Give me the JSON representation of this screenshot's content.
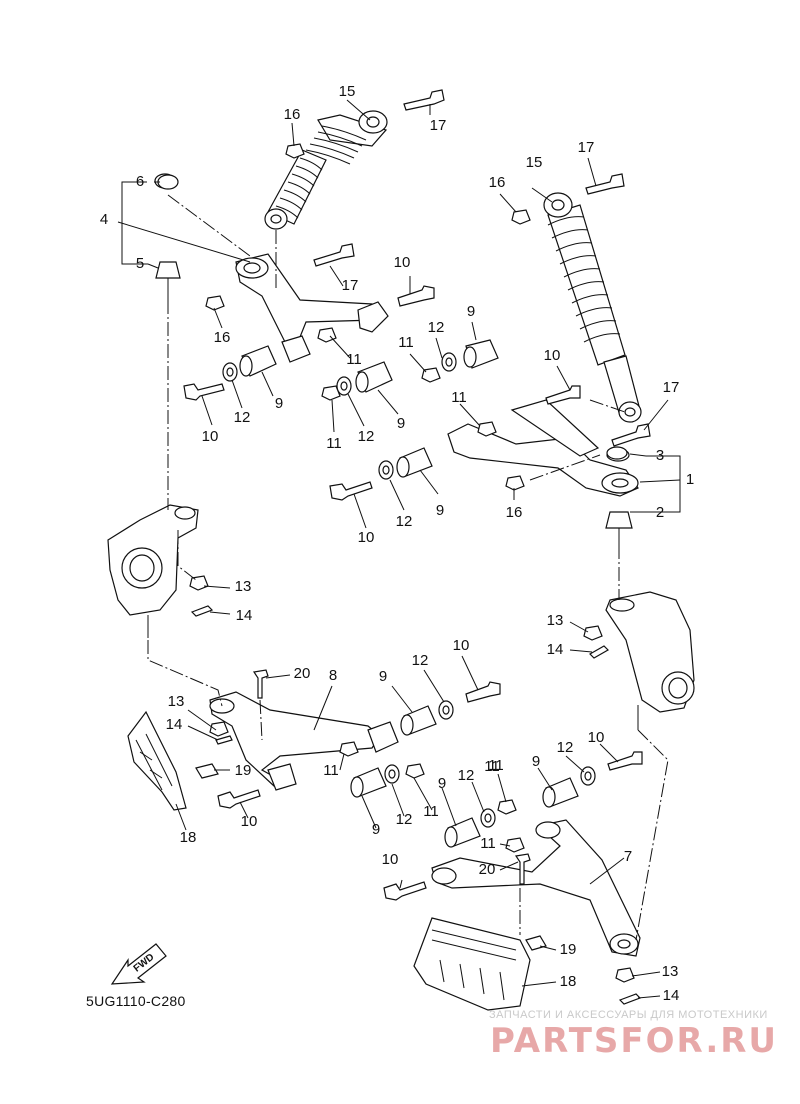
{
  "diagram": {
    "code": "5UG1110-C280",
    "fwd_label": "FWD",
    "watermark_top": "ЗАПЧАСТИ И АКСЕССУАРЫ ДЛЯ МОТОТЕХНИКИ",
    "watermark_logo": "PARTSFOR.RU",
    "colors": {
      "line": "#111111",
      "watermark": "#d33333"
    },
    "callouts": [
      {
        "id": "c-15a",
        "text": "15"
      },
      {
        "id": "c-16a",
        "text": "16"
      },
      {
        "id": "c-17a",
        "text": "17"
      },
      {
        "id": "c-6",
        "text": "6"
      },
      {
        "id": "c-4",
        "text": "4"
      },
      {
        "id": "c-5",
        "text": "5"
      },
      {
        "id": "c-17b",
        "text": "17"
      },
      {
        "id": "c-16b",
        "text": "16"
      },
      {
        "id": "c-10a",
        "text": "10"
      },
      {
        "id": "c-12a",
        "text": "12"
      },
      {
        "id": "c-9a",
        "text": "9"
      },
      {
        "id": "c-11a",
        "text": "11"
      },
      {
        "id": "c-11b",
        "text": "11"
      },
      {
        "id": "c-12b",
        "text": "12"
      },
      {
        "id": "c-9b",
        "text": "9"
      },
      {
        "id": "c-12c",
        "text": "12"
      },
      {
        "id": "c-9c",
        "text": "9"
      },
      {
        "id": "c-10b",
        "text": "10"
      },
      {
        "id": "c-11c",
        "text": "11"
      },
      {
        "id": "c-11d",
        "text": "11"
      },
      {
        "id": "c-15b",
        "text": "15"
      },
      {
        "id": "c-16c",
        "text": "16"
      },
      {
        "id": "c-17c",
        "text": "17"
      },
      {
        "id": "c-10c",
        "text": "10"
      },
      {
        "id": "c-17d",
        "text": "17"
      },
      {
        "id": "c-3",
        "text": "3"
      },
      {
        "id": "c-1",
        "text": "1"
      },
      {
        "id": "c-2",
        "text": "2"
      },
      {
        "id": "c-16d",
        "text": "16"
      },
      {
        "id": "c-10d",
        "text": "10"
      },
      {
        "id": "c-12d",
        "text": "12"
      },
      {
        "id": "c-9d",
        "text": "9"
      },
      {
        "id": "c-13a",
        "text": "13"
      },
      {
        "id": "c-14a",
        "text": "14"
      },
      {
        "id": "c-13b",
        "text": "13"
      },
      {
        "id": "c-14b",
        "text": "14"
      },
      {
        "id": "c-20a",
        "text": "20"
      },
      {
        "id": "c-8",
        "text": "8"
      },
      {
        "id": "c-9e",
        "text": "9"
      },
      {
        "id": "c-12e",
        "text": "12"
      },
      {
        "id": "c-10e",
        "text": "10"
      },
      {
        "id": "c-13c",
        "text": "13"
      },
      {
        "id": "c-14c",
        "text": "14"
      },
      {
        "id": "c-19a",
        "text": "19"
      },
      {
        "id": "c-11e",
        "text": "11"
      },
      {
        "id": "c-18a",
        "text": "18"
      },
      {
        "id": "c-10f",
        "text": "10"
      },
      {
        "id": "c-9f",
        "text": "9"
      },
      {
        "id": "c-12f",
        "text": "12"
      },
      {
        "id": "c-11f",
        "text": "11"
      },
      {
        "id": "c-9g",
        "text": "9"
      },
      {
        "id": "c-12g",
        "text": "12"
      },
      {
        "id": "c-11g",
        "text": "11"
      },
      {
        "id": "c-10g",
        "text": "10"
      },
      {
        "id": "c-9h",
        "text": "9"
      },
      {
        "id": "c-12h",
        "text": "12"
      },
      {
        "id": "c-11h",
        "text": "11"
      },
      {
        "id": "c-11i",
        "text": "11"
      },
      {
        "id": "c-20b",
        "text": "20"
      },
      {
        "id": "c-7",
        "text": "7"
      },
      {
        "id": "c-10h",
        "text": "10"
      },
      {
        "id": "c-19b",
        "text": "19"
      },
      {
        "id": "c-18b",
        "text": "18"
      },
      {
        "id": "c-13d",
        "text": "13"
      },
      {
        "id": "c-14d",
        "text": "14"
      }
    ]
  }
}
